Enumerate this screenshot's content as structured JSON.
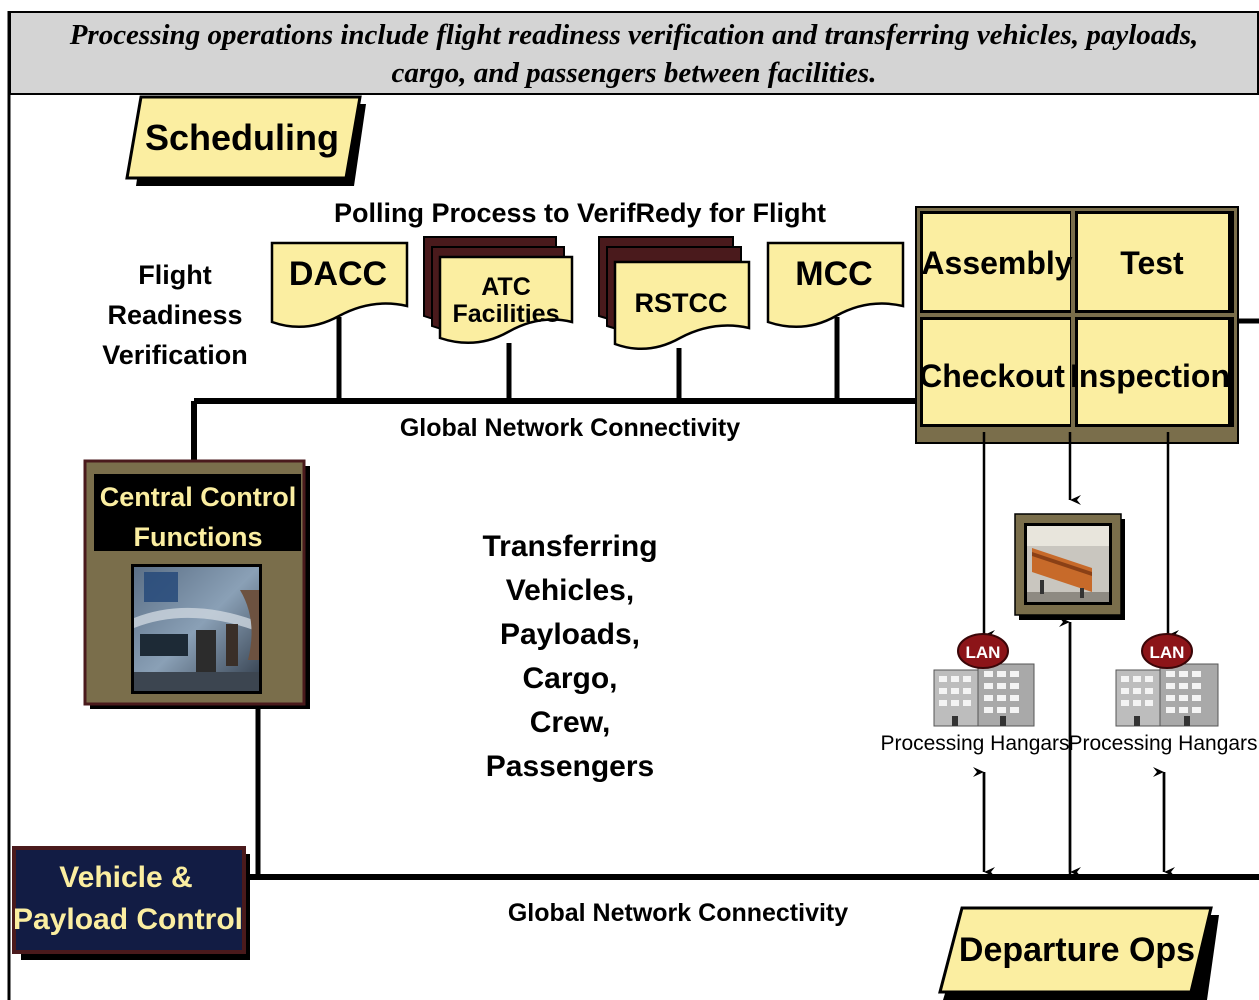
{
  "header": {
    "line1": "Processing operations include flight readiness verification and transferring vehicles, payloads,",
    "line2": "cargo, and passengers between facilities."
  },
  "scheduling": {
    "label": "Scheduling"
  },
  "polling": {
    "title": "Polling Process to VerifRedy for Flight"
  },
  "frv": {
    "line1": "Flight",
    "line2": "Readiness",
    "line3": "Verification"
  },
  "docs": {
    "dacc": "DACC",
    "atc_line1": "ATC",
    "atc_line2": "Facilities",
    "rstcc": "RSTCC",
    "mcc": "MCC"
  },
  "network": {
    "upper": "Global Network Connectivity",
    "lower": "Global Network Connectivity"
  },
  "ops_grid": {
    "assembly": "Assembly",
    "test": "Test",
    "checkout": "Checkout",
    "inspection": "Inspection"
  },
  "central": {
    "line1": "Central Control",
    "line2": "Functions"
  },
  "transfer": {
    "lines": [
      "Transferring",
      "Vehicles,",
      "Payloads,",
      "Cargo,",
      "Crew,",
      "Passengers"
    ]
  },
  "hangars": {
    "left_lan": "LAN",
    "right_lan": "LAN",
    "left_label": "Processing Hangars",
    "right_label": "Processing Hangars"
  },
  "vehicle": {
    "line1": "Vehicle &",
    "line2": "Payload Control"
  },
  "departure": {
    "label": "Departure Ops"
  },
  "colors": {
    "cream": "#fbeea1",
    "maroon": "#4a1a1c",
    "olive": "#7a6e4b",
    "navy": "#121c44",
    "header_gray": "#d4d4d4",
    "lan_red": "#8c1418"
  }
}
